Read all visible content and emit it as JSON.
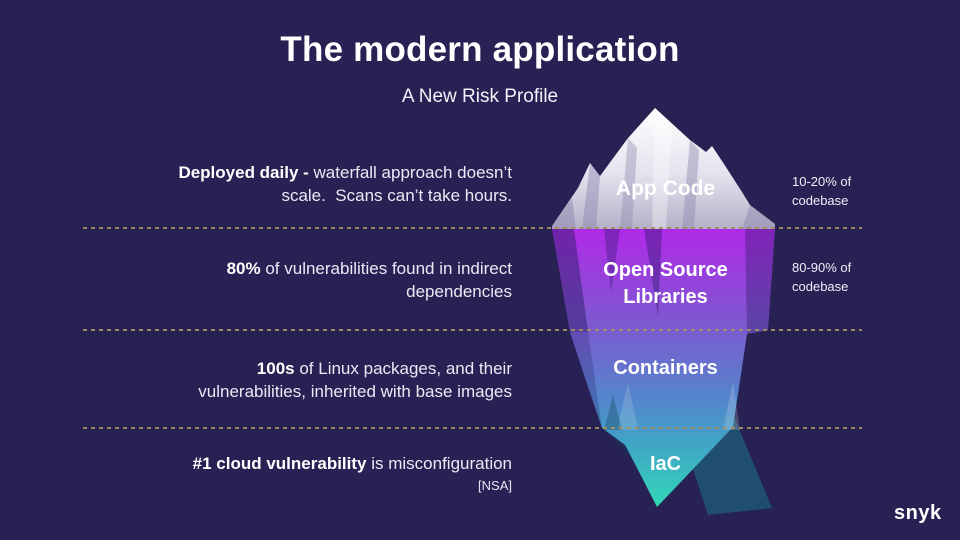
{
  "slide": {
    "title": "The modern application",
    "subtitle": "A New Risk Profile",
    "logo": "snyk",
    "colors": {
      "background": "#282153",
      "divider_gold": "#a58e5d",
      "iceberg_tip_top": "#ffffff",
      "iceberg_tip_bottom": "#b9b5cc",
      "layer_open_source_top": "#b02ae8",
      "layer_open_source_bottom": "#7e58d0",
      "layer_containers": "#5584cc",
      "layer_iac": "#32d8b6"
    }
  },
  "facts": [
    {
      "id": "app-code",
      "lines": [
        {
          "b": "Deployed daily - ",
          "t": "waterfall approach doesn’t"
        },
        {
          "b": "",
          "t": "scale.  Scans can’t take hours."
        }
      ]
    },
    {
      "id": "open-source",
      "lines": [
        {
          "b": "80% ",
          "t": "of vulnerabilities found in indirect"
        },
        {
          "b": "",
          "t": "dependencies"
        }
      ]
    },
    {
      "id": "containers",
      "lines": [
        {
          "b": "100s ",
          "t": "of Linux packages, and their"
        },
        {
          "b": "",
          "t": "vulnerabilities, inherited with base images"
        }
      ]
    },
    {
      "id": "iac",
      "lines": [
        {
          "b": "#1 cloud vulnerability ",
          "t": "is misconfiguration"
        }
      ],
      "note": "[NSA]"
    }
  ],
  "iceberg": {
    "layers": [
      {
        "id": "app-code",
        "label_lines": [
          "App Code"
        ],
        "annotation": "10-20% of codebase"
      },
      {
        "id": "open-source",
        "label_lines": [
          "Open Source",
          "Libraries"
        ],
        "annotation": "80-90% of codebase"
      },
      {
        "id": "containers",
        "label_lines": [
          "Containers"
        ]
      },
      {
        "id": "iac",
        "label_lines": [
          "IaC"
        ]
      }
    ]
  }
}
